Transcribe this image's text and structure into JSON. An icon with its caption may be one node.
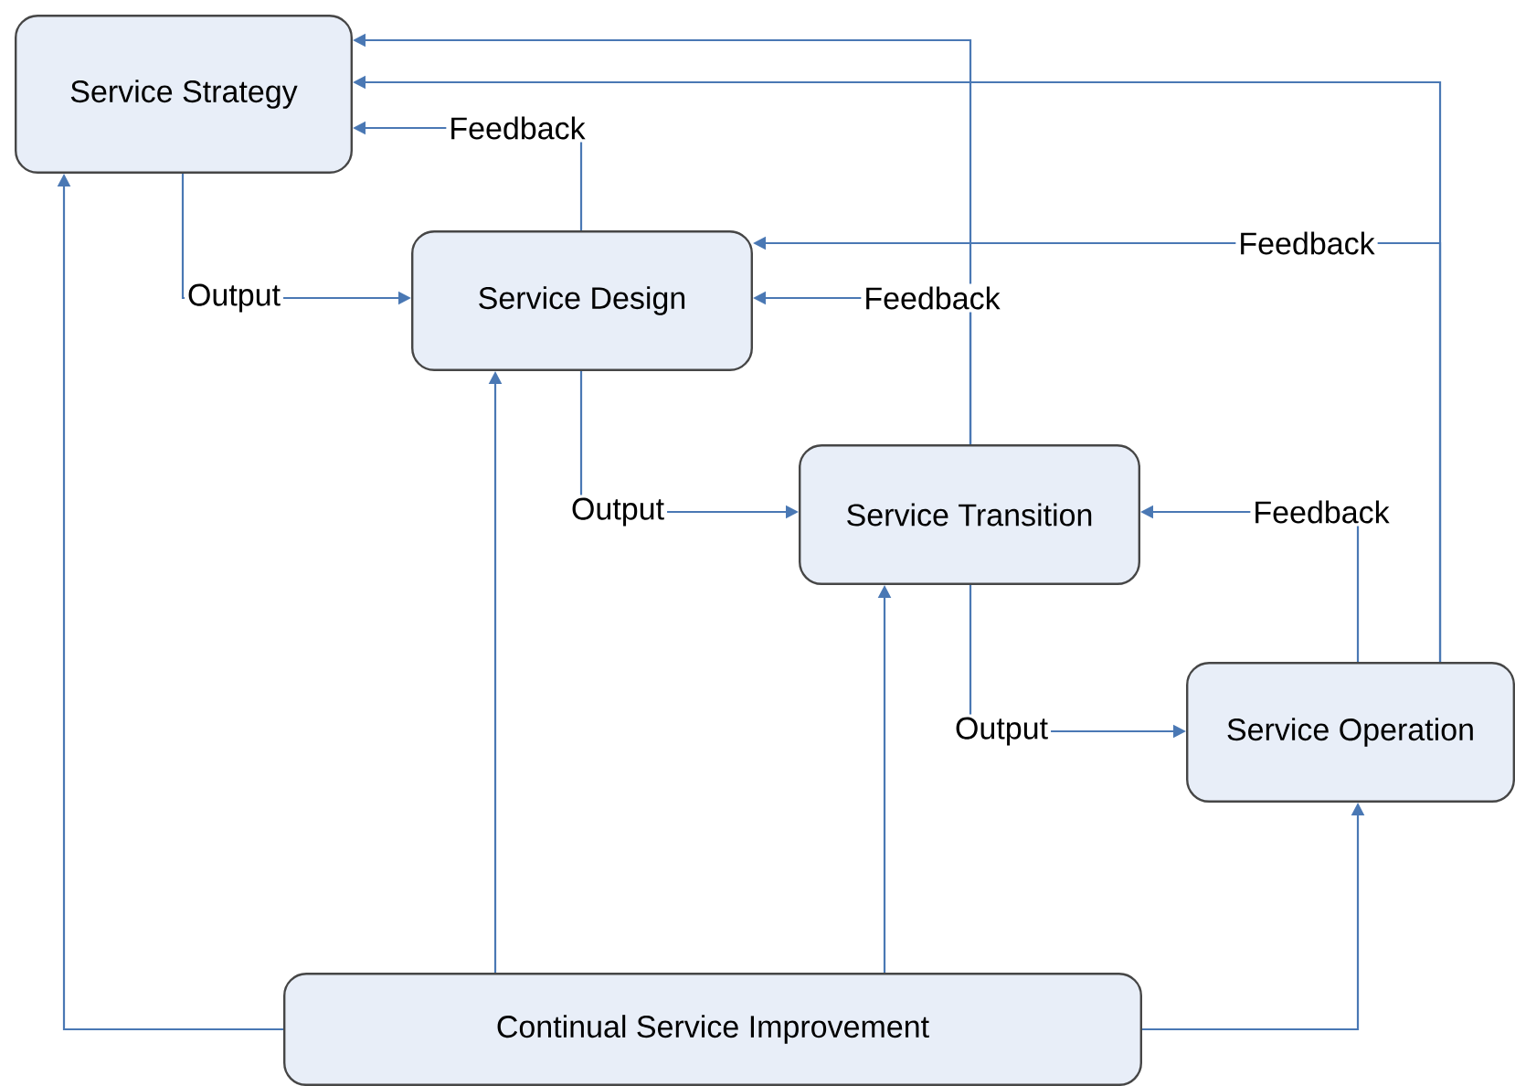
{
  "diagram": {
    "nodes": [
      {
        "text": [
          "Service Strategy"
        ]
      },
      {
        "text": [
          "Service Design"
        ]
      },
      {
        "text": [
          "Service Transition"
        ]
      },
      {
        "text": [
          "Service Operation"
        ]
      },
      {
        "text": [
          "Continual Service Improvement"
        ]
      }
    ],
    "edges": [
      {
        "from": 0,
        "to": 1,
        "arrow": "to",
        "label": "Output"
      },
      {
        "from": 1,
        "to": 0,
        "arrow": "to",
        "label": "Feedback"
      },
      {
        "from": 1,
        "to": 2,
        "arrow": "to",
        "label": "Output"
      },
      {
        "from": 2,
        "to": 1,
        "arrow": "to",
        "label": "Feedback"
      },
      {
        "from": 2,
        "to": 0,
        "arrow": "to"
      },
      {
        "from": 2,
        "to": 3,
        "arrow": "to",
        "label": "Output"
      },
      {
        "from": 3,
        "to": 2,
        "arrow": "to",
        "label": "Feedback"
      },
      {
        "from": 3,
        "to": 1,
        "arrow": "to",
        "label": "Feedback"
      },
      {
        "from": 3,
        "to": 0,
        "arrow": "to"
      },
      {
        "from": 4,
        "to": 0,
        "arrow": "to"
      },
      {
        "from": 4,
        "to": 1,
        "arrow": "to"
      },
      {
        "from": 4,
        "to": 2,
        "arrow": "to"
      },
      {
        "from": 4,
        "to": 3,
        "arrow": "to"
      }
    ]
  }
}
